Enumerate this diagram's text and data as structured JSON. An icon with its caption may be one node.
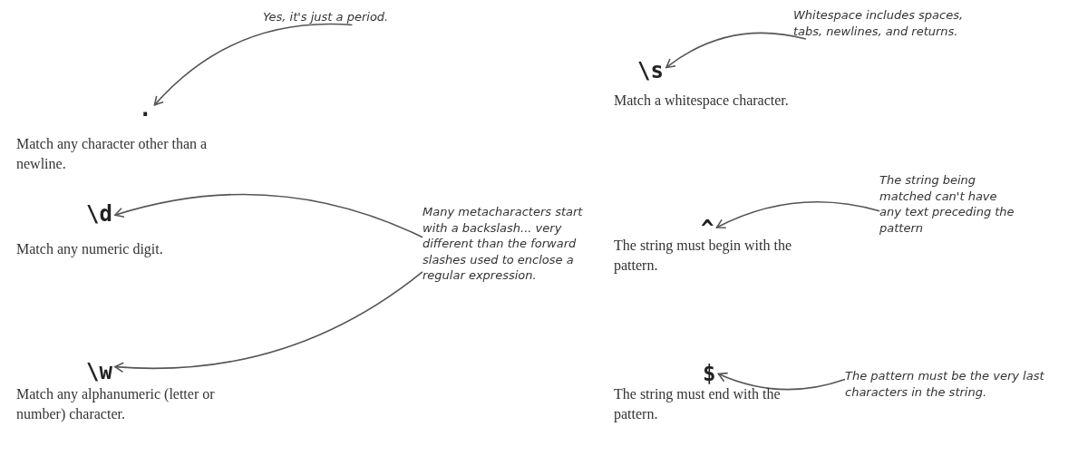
{
  "diagram": {
    "nodes": [
      {
        "text": [
          "."
        ],
        "beside": [
          "Match any character other than a newline."
        ]
      },
      {
        "text": [
          "Yes, it's just a period."
        ]
      },
      {
        "text": [
          "\\s"
        ],
        "beside": [
          "Match a whitespace character."
        ]
      },
      {
        "text": [
          "Whitespace includes spaces, tabs, newlines, and returns."
        ]
      },
      {
        "text": [
          "\\d"
        ],
        "beside": [
          "Match any numeric digit."
        ]
      },
      {
        "text": [
          "Many metacharacters start with a backslash... very different than the forward slashes used to enclose a regular expression."
        ]
      },
      {
        "text": [
          "^"
        ],
        "beside": [
          "The string must begin with the pattern."
        ]
      },
      {
        "text": [
          "The string being matched can't have any text preceding the pattern"
        ]
      },
      {
        "text": [
          "\\w"
        ],
        "beside": [
          "Match any alphanumeric (letter or number) character."
        ]
      },
      {
        "text": [
          "$"
        ],
        "beside": [
          "The string must end with the pattern."
        ]
      },
      {
        "text": [
          "The pattern must be the very last characters in the string."
        ]
      }
    ],
    "edges": [
      {
        "from": 1,
        "to": 0,
        "arrow": "to"
      },
      {
        "from": 3,
        "to": 2,
        "arrow": "to"
      },
      {
        "from": 5,
        "to": 4,
        "arrow": "to"
      },
      {
        "from": 5,
        "to": 8,
        "arrow": "to"
      },
      {
        "from": 7,
        "to": 6,
        "arrow": "to"
      },
      {
        "from": 10,
        "to": 9,
        "arrow": "to"
      }
    ]
  }
}
